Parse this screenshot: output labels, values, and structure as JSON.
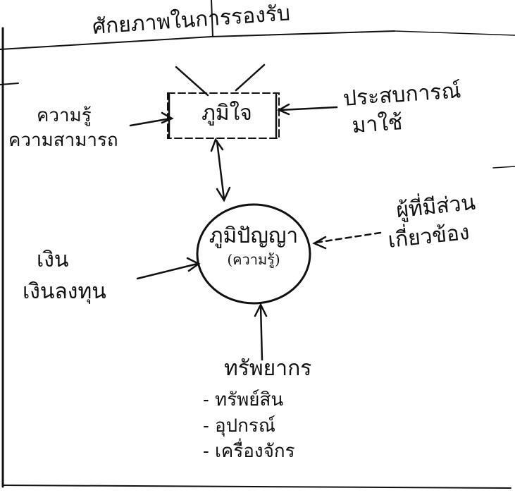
{
  "diagram": {
    "ink_color": "#111111",
    "paper_color": "#ffffff",
    "top_note": "ศักยภาพในการรองรับ",
    "center_box": "ภูมิใจ",
    "center_circle_title": "ภูมิปัญญา",
    "center_circle_subtitle": "(ความรู้)",
    "left_top": {
      "line1": "ความรู้",
      "line2": "ความสามารถ"
    },
    "right_top": {
      "line1": "ประสบการณ์",
      "line2": "มาใช้"
    },
    "right_mid": {
      "line1": "ผู้ที่มีส่วน",
      "line2": "เกี่ยวข้อง"
    },
    "left_mid": {
      "line1": "เงิน",
      "line2": "เงินลงทุน"
    },
    "bottom_title": "ทรัพยากร",
    "bottom_list": [
      "- ทรัพย์สิน",
      "- อุปกรณ์",
      "- เครื่องจักร"
    ]
  }
}
